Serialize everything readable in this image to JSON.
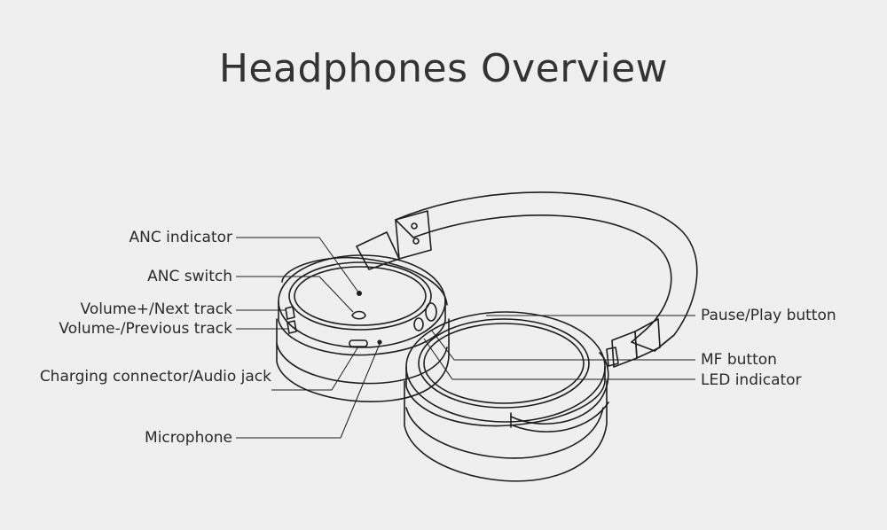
{
  "title": "Headphones Overview",
  "labels": {
    "anc_indicator": "ANC indicator",
    "anc_switch": "ANC switch",
    "volume_up": "Volume+/Next track",
    "volume_down": "Volume-/Previous track",
    "charging": "Charging connector/Audio jack",
    "microphone": "Microphone",
    "pause_play": "Pause/Play button",
    "mf_button": "MF button",
    "led_indicator": "LED indicator"
  }
}
